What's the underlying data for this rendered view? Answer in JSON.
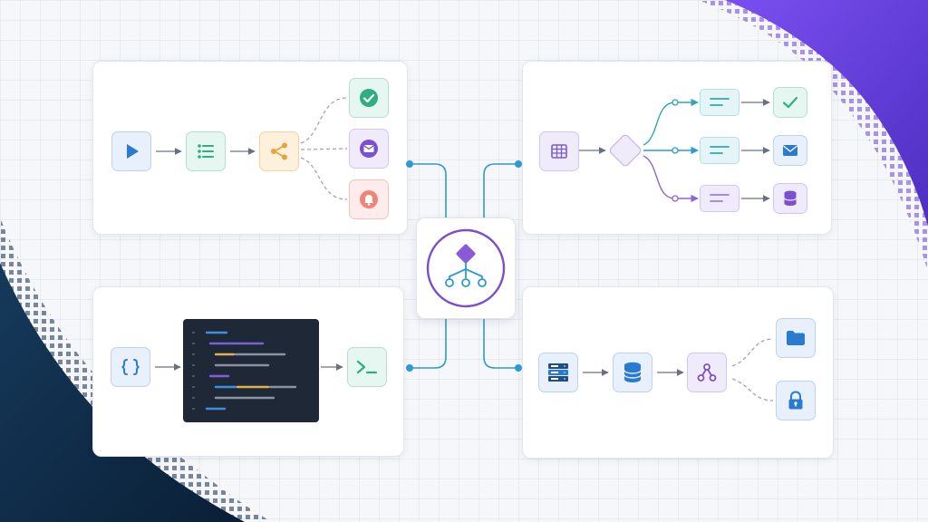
{
  "diagram": {
    "hub": {
      "icon": "hierarchy-icon",
      "accent": "#7c4dcc"
    },
    "colors": {
      "connector": "#2b9ad6",
      "dashed": "#a0a6b4",
      "arrow": "#6a7080",
      "corner_purple": "#6a3fd9",
      "corner_navy": "#0f2a48"
    },
    "panels": [
      {
        "id": "notification-flow",
        "nodes": [
          "play-icon",
          "list-icon",
          "share-icon",
          "check-circle-icon",
          "mail-icon",
          "bell-icon"
        ]
      },
      {
        "id": "code-flow",
        "nodes": [
          "curly-braces-icon",
          "code-editor",
          "terminal-icon"
        ]
      },
      {
        "id": "decision-flow",
        "nodes": [
          "table-icon",
          "diamond-icon",
          "text-lines-icon",
          "check-icon",
          "mail-icon",
          "database-icon"
        ]
      },
      {
        "id": "storage-flow",
        "nodes": [
          "server-icon",
          "database-icon",
          "share-nodes-icon",
          "folder-icon",
          "lock-icon"
        ]
      }
    ]
  }
}
